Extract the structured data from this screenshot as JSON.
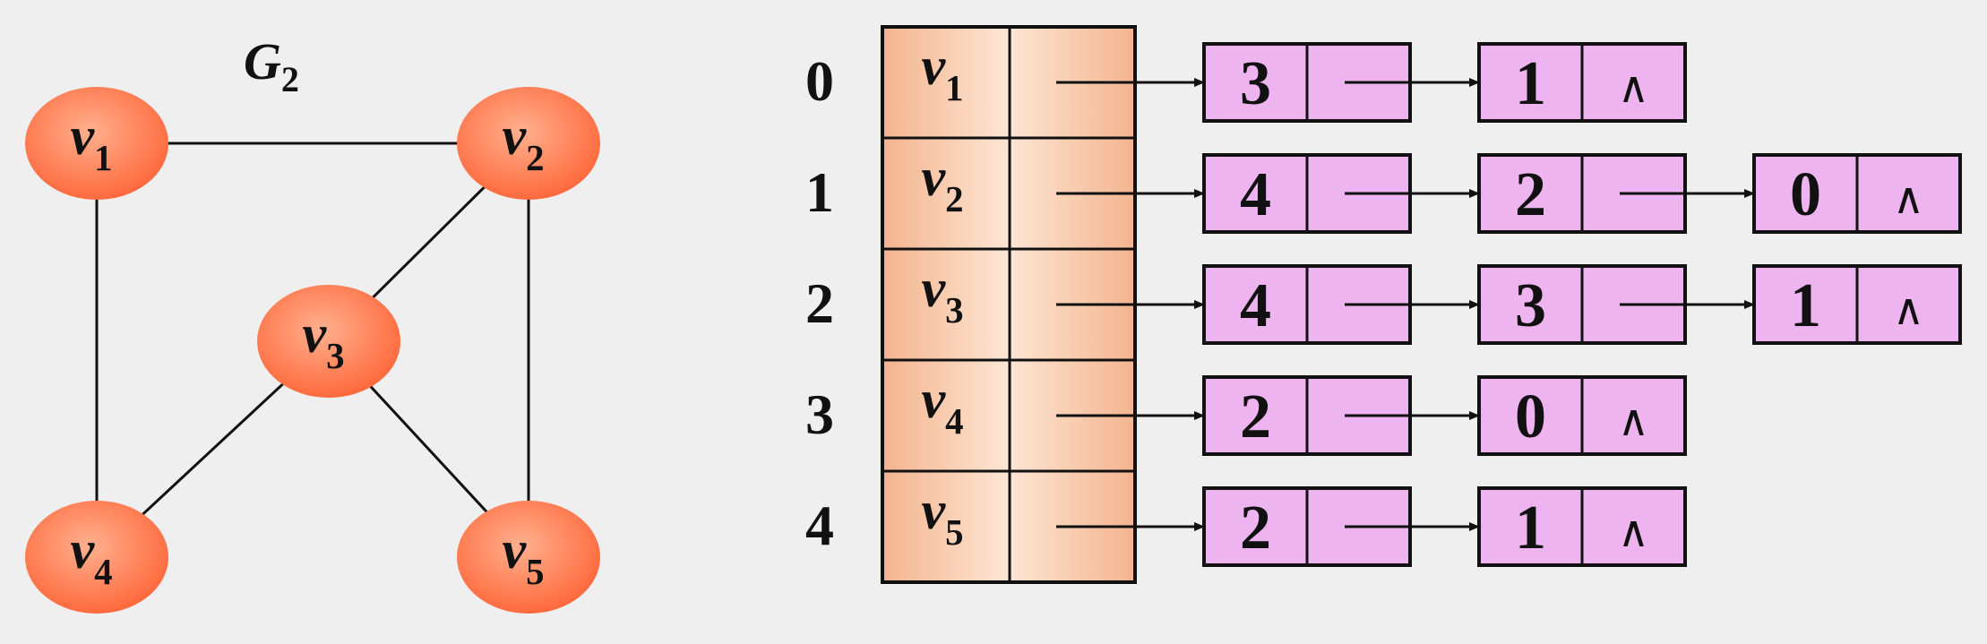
{
  "graph": {
    "title": "G",
    "title_sub": "2",
    "vertices": [
      {
        "id": "v1",
        "label": "v",
        "sub": "1"
      },
      {
        "id": "v2",
        "label": "v",
        "sub": "2"
      },
      {
        "id": "v3",
        "label": "v",
        "sub": "3"
      },
      {
        "id": "v4",
        "label": "v",
        "sub": "4"
      },
      {
        "id": "v5",
        "label": "v",
        "sub": "5"
      }
    ],
    "edges": [
      [
        "v1",
        "v2"
      ],
      [
        "v1",
        "v4"
      ],
      [
        "v2",
        "v3"
      ],
      [
        "v2",
        "v5"
      ],
      [
        "v3",
        "v4"
      ],
      [
        "v3",
        "v5"
      ]
    ]
  },
  "adjacency_list": {
    "rows": [
      {
        "index": "0",
        "vertex": "v",
        "sub": "1",
        "nodes": [
          "3",
          "1"
        ]
      },
      {
        "index": "1",
        "vertex": "v",
        "sub": "2",
        "nodes": [
          "4",
          "2",
          "0"
        ]
      },
      {
        "index": "2",
        "vertex": "v",
        "sub": "3",
        "nodes": [
          "4",
          "3",
          "1"
        ]
      },
      {
        "index": "3",
        "vertex": "v",
        "sub": "4",
        "nodes": [
          "2",
          "0"
        ]
      },
      {
        "index": "4",
        "vertex": "v",
        "sub": "5",
        "nodes": [
          "2",
          "1"
        ]
      }
    ],
    "null_symbol": "∧"
  },
  "colors": {
    "vertex_fill": "#ff6a3d",
    "vertex_fill_light": "#ffb08f",
    "header_fill": "#f4b48f",
    "header_fill_light": "#fde6d4",
    "node_fill": "#eeb4f0",
    "line": "#111111",
    "background": "#efefef"
  }
}
